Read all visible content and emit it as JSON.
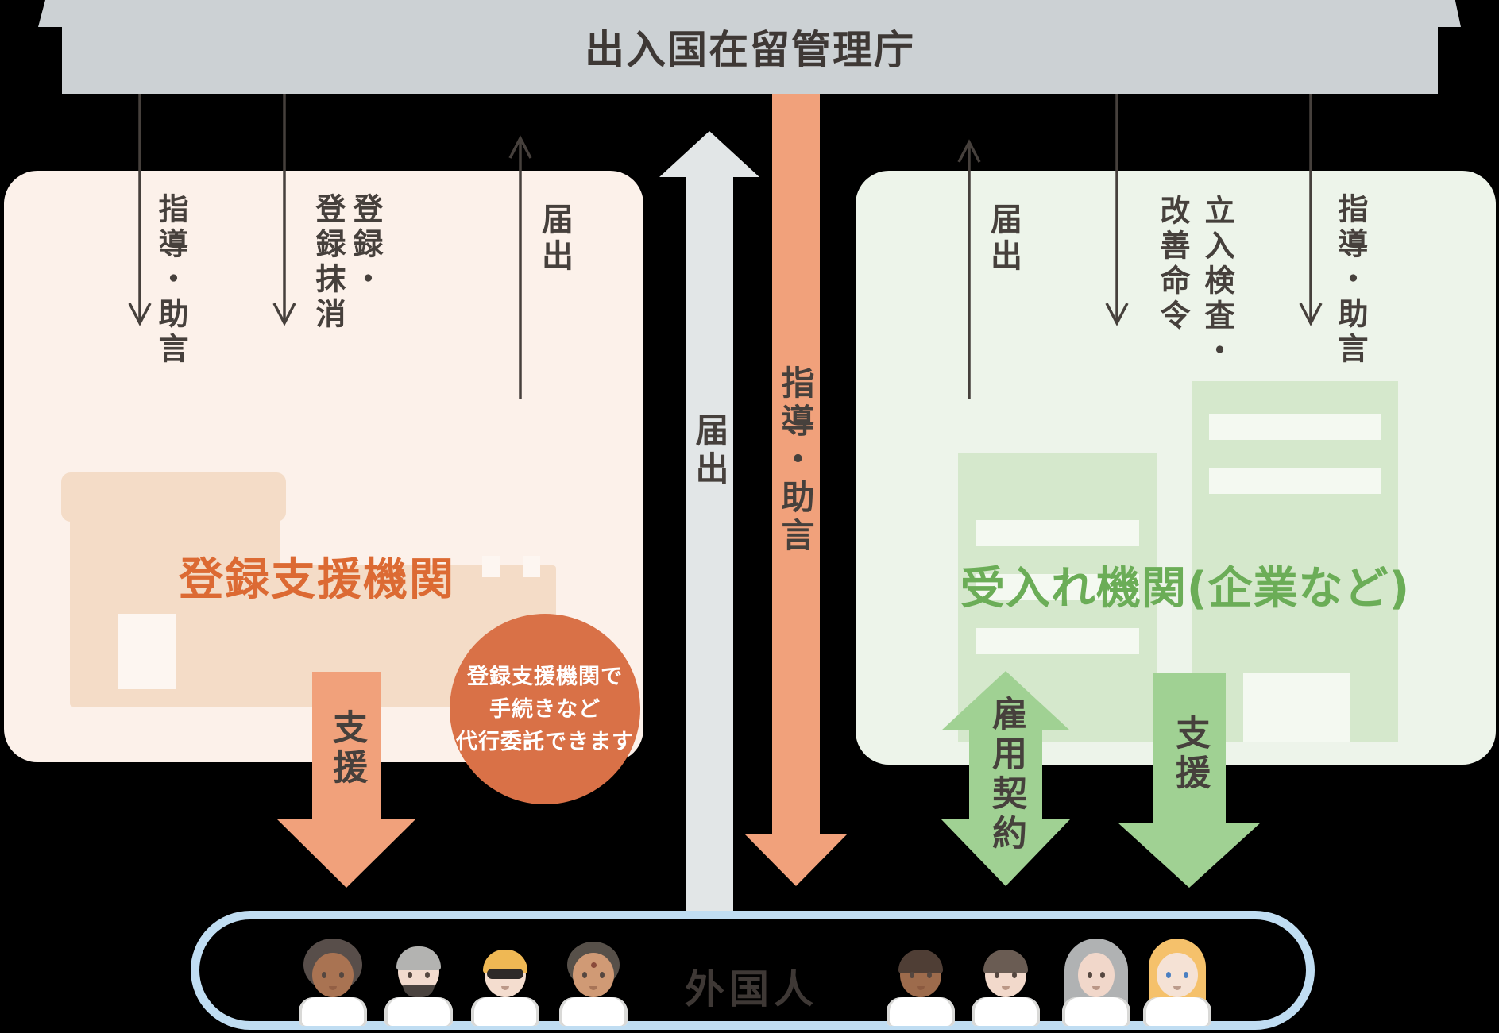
{
  "palette": {
    "gray_bar": "#ccd1d4",
    "gray_arrow": "#e2e6e7",
    "orange_arrow": "#f1a17b",
    "orange_deep": "#d97147",
    "orange_title": "#dc6a33",
    "green_arrow": "#a0d193",
    "green_title": "#6bad57",
    "pink_bg": "#fcf1ea",
    "green_bg": "#edf4ea",
    "peach_building": "#f4dcc7",
    "green_building": "#d5e8cc",
    "ink": "#46403c",
    "ink_title": "#3e3835",
    "pill_border": "#c0ddf2"
  },
  "top_bar": {
    "title": "出入国在留管理庁"
  },
  "left_box": {
    "title": "登録支援機関",
    "guidance_label": "指導・助言",
    "registration_label_col1": "登録・",
    "registration_label_col2": "登録抹消",
    "notification_label": "届出",
    "support_arrow_label": "支援",
    "circle_note_lines": [
      "登録支援機関で",
      "手続きなど",
      "代行委託できます"
    ]
  },
  "center": {
    "up_arrow_label": "届出",
    "down_arrow_label": "指導・助言"
  },
  "right_box": {
    "title": "受入れ機関(企業など)",
    "notification_label": "届出",
    "inspection_label_col1": "立入検査・",
    "inspection_label_col2": "改善命令",
    "guidance_label": "指導・助言",
    "employment_arrow_label": "雇用契約",
    "support_arrow_label": "支援"
  },
  "foreigners": {
    "label": "外国人",
    "avatars": [
      {
        "id": "man-afro",
        "skin": "#a97352",
        "hair": "#584e4a",
        "style": "afro"
      },
      {
        "id": "elder-beard",
        "skin": "#f2dbce",
        "hair": "#b3b3b1",
        "style": "beard",
        "accent": "#4a433f"
      },
      {
        "id": "blond-sunglasses",
        "skin": "#f4ddcf",
        "hair": "#efb854",
        "style": "sunglasses",
        "accent": "#2e2a28"
      },
      {
        "id": "woman-bindi",
        "skin": "#d09a75",
        "hair": "#575049",
        "style": "bun",
        "accent": "#8a4a3a"
      },
      {
        "id": "man-dark",
        "skin": "#9d6b4c",
        "hair": "#4f3e35",
        "style": "short"
      },
      {
        "id": "man-light",
        "skin": "#f2d9cb",
        "hair": "#6a5c53",
        "style": "short"
      },
      {
        "id": "woman-hijab",
        "skin": "#f1d7ca",
        "hair": "#b0b2b3",
        "style": "hijab"
      },
      {
        "id": "woman-blonde",
        "skin": "#f5e2d5",
        "hair": "#f5c16b",
        "style": "long",
        "accent": "#4a7fc1"
      }
    ]
  }
}
